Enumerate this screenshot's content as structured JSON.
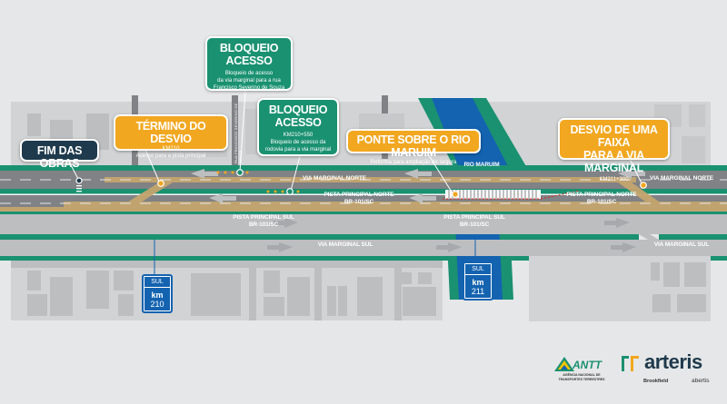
{
  "colors": {
    "road": "#808285",
    "road_light": "#bcbec0",
    "detour": "#c4a56e",
    "median_green": "#1a9171",
    "river": "#1463b0",
    "callout_green": "#1a9171",
    "callout_orange": "#f2a720",
    "callout_navy": "#1e3a4c",
    "marker_orange": "#f2a720"
  },
  "callouts": {
    "fim_obras": {
      "title": "FIM DAS OBRAS"
    },
    "termino_desvio": {
      "title": "TÉRMINO DO DESVIO",
      "km": "KM210",
      "desc": "Acesso para a pista principal"
    },
    "bloqueio_1": {
      "title_line1": "BLOQUEIO",
      "title_line2": "ACESSO",
      "desc_line1": "Bloqueio de acesso",
      "desc_line2": "da via marginal para a rua",
      "desc_line3": "Francisco Severino de Souza"
    },
    "bloqueio_2": {
      "title_line1": "BLOQUEIO",
      "title_line2": "ACESSO",
      "km": "KM210+550",
      "desc_line1": "Bloqueio de acesso da",
      "desc_line2": "rodovia para a via marginal"
    },
    "ponte": {
      "title": "PONTE SOBRE O RIO MARUIM",
      "desc": "Reforma para ampliação de largura"
    },
    "desvio_faixa": {
      "title_line1": "DESVIO DE UMA FAIXA",
      "title_line2": "PARA A VIA MARGINAL",
      "km": "KM211+300"
    }
  },
  "road_labels": {
    "via_marginal_norte": "VIA MARGINAL NORTE",
    "pista_principal_norte": "PISTA PRINCIPAL NORTE",
    "br": "BR-101/SC",
    "pista_principal_sul": "PISTA PRINCIPAL SUL",
    "via_marginal_sul": "VIA MARGINAL SUL",
    "rio": "RIO MARUIM",
    "street": "RUA FRANCISCO SEVERINO DE SOUZA"
  },
  "signs": [
    {
      "direction": "SUL",
      "unit": "km",
      "number": "210"
    },
    {
      "direction": "SUL",
      "unit": "km",
      "number": "211"
    }
  ],
  "logos": {
    "antt": {
      "name": "ANTT",
      "line1": "AGÊNCIA NACIONAL DE",
      "line2": "TRANSPORTES TERRESTRES"
    },
    "arteris": {
      "name": "arteris",
      "sub1": "Brookfield",
      "sub2": "abertis"
    }
  }
}
